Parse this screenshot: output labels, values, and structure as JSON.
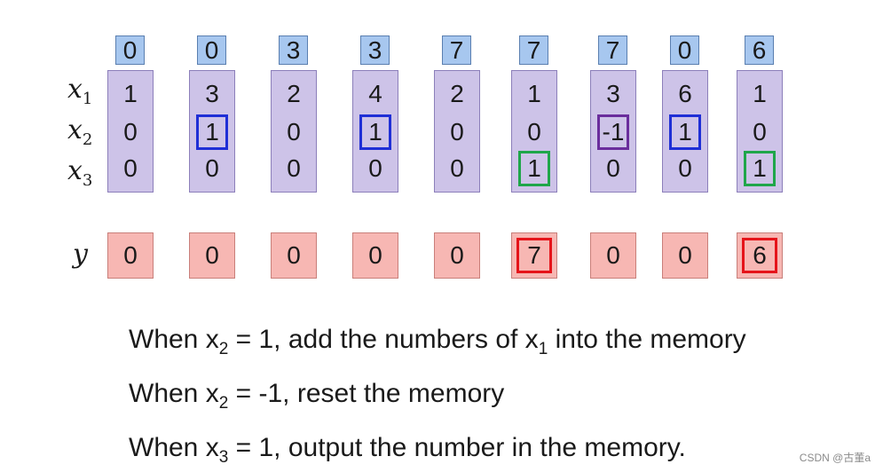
{
  "row_labels": {
    "x1": {
      "base": "x",
      "sub": "1"
    },
    "x2": {
      "base": "x",
      "sub": "2"
    },
    "x3": {
      "base": "x",
      "sub": "3"
    },
    "y": {
      "base": "y"
    }
  },
  "steps": [
    {
      "memory": "0",
      "x1": "1",
      "x2": "0",
      "x3": "0",
      "y": "0",
      "highlight": null
    },
    {
      "memory": "0",
      "x1": "3",
      "x2": "1",
      "x3": "0",
      "y": "0",
      "highlight": {
        "row": "x2",
        "color": "#1f2fd6"
      }
    },
    {
      "memory": "3",
      "x1": "2",
      "x2": "0",
      "x3": "0",
      "y": "0",
      "highlight": null
    },
    {
      "memory": "3",
      "x1": "4",
      "x2": "1",
      "x3": "0",
      "y": "0",
      "highlight": {
        "row": "x2",
        "color": "#1f2fd6"
      }
    },
    {
      "memory": "7",
      "x1": "2",
      "x2": "0",
      "x3": "0",
      "y": "0",
      "highlight": null
    },
    {
      "memory": "7",
      "x1": "1",
      "x2": "0",
      "x3": "1",
      "y": "7",
      "highlight": {
        "row": "x3",
        "color": "#1fa64a"
      },
      "y_highlight": "#e5141a"
    },
    {
      "memory": "7",
      "x1": "3",
      "x2": "-1",
      "x3": "0",
      "y": "0",
      "highlight": {
        "row": "x2",
        "color": "#6a2d9c"
      }
    },
    {
      "memory": "0",
      "x1": "6",
      "x2": "1",
      "x3": "0",
      "y": "0",
      "highlight": {
        "row": "x2",
        "color": "#1f2fd6"
      }
    },
    {
      "memory": "6",
      "x1": "1",
      "x2": "0",
      "x3": "1",
      "y": "6",
      "highlight": {
        "row": "x3",
        "color": "#1fa64a"
      },
      "y_highlight": "#e5141a"
    }
  ],
  "rules": [
    {
      "parts": [
        "When x",
        "2",
        " = 1, add the numbers of x",
        "1",
        " into the memory"
      ]
    },
    {
      "parts": [
        "When x",
        "2",
        " = -1, reset the memory"
      ]
    },
    {
      "parts": [
        "When x",
        "3",
        " = 1, output the number in the memory."
      ]
    }
  ],
  "watermark": "CSDN @古董a",
  "colors": {
    "memory_fill": "#a7c7ef",
    "input_fill": "#cdc3e8",
    "output_fill": "#f7b7b3",
    "add_marker": "#1f2fd6",
    "reset_marker": "#6a2d9c",
    "output_marker": "#1fa64a",
    "y_marker": "#e5141a"
  }
}
